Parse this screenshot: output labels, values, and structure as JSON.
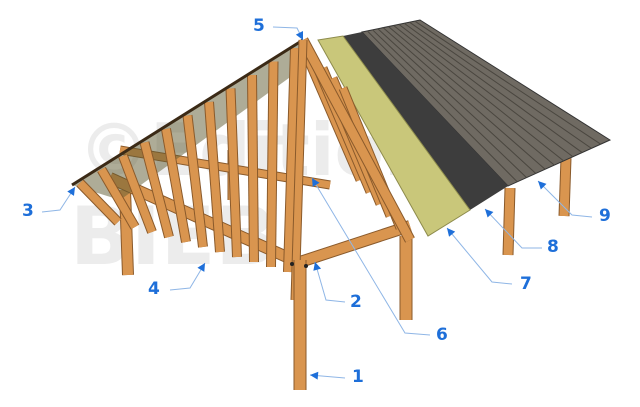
{
  "watermark": {
    "line1": "©Editions",
    "line2": "BIEB"
  },
  "colors": {
    "wood": "#d9954f",
    "wood_dark": "#8a5a2b",
    "label": "#1e6fd9",
    "leader": "#8fb6e6",
    "underlay": "#c9c77a",
    "membrane": "#3d3d3d",
    "shingle": "#6f6a62"
  },
  "callouts": [
    {
      "number": "1"
    },
    {
      "number": "2"
    },
    {
      "number": "3"
    },
    {
      "number": "4"
    },
    {
      "number": "5"
    },
    {
      "number": "6"
    },
    {
      "number": "7"
    },
    {
      "number": "8"
    },
    {
      "number": "9"
    }
  ]
}
